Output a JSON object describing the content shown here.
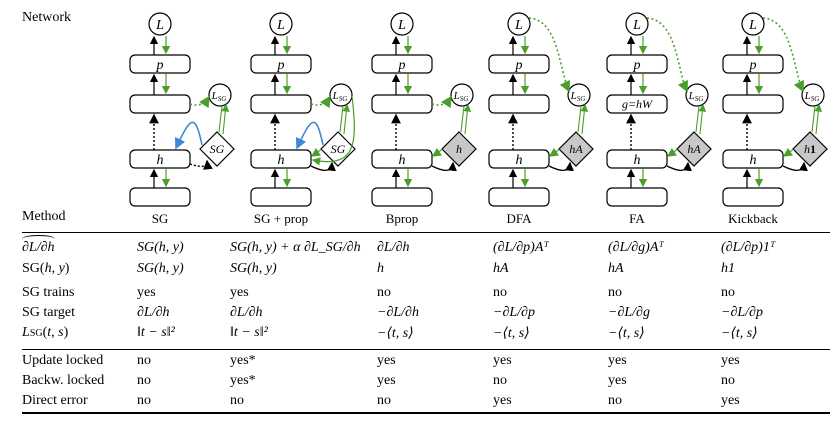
{
  "row_headers": {
    "network": "Network",
    "method": "Method"
  },
  "columns": [
    {
      "method": "SG",
      "sg_label": "SG",
      "sg_shape": "diamond-white",
      "mid_label": "",
      "grad": "SG(h, y)",
      "sg_fn": "SG(h, y)",
      "sg_trains": "yes",
      "sg_target": "∂L/∂h",
      "l_sg": "‖t − s‖²",
      "update_locked": "no",
      "backw_locked": "no",
      "direct_error": "no"
    },
    {
      "method": "SG + prop",
      "sg_label": "SG",
      "sg_shape": "diamond-white",
      "mid_label": "",
      "grad": "SG(h, y) + α ∂L_SG/∂h",
      "sg_fn": "SG(h, y)",
      "sg_trains": "yes",
      "sg_target": "∂L/∂h",
      "l_sg": "‖t − s‖²",
      "update_locked": "yes*",
      "backw_locked": "yes*",
      "direct_error": "no"
    },
    {
      "method": "Bprop",
      "sg_label": "h",
      "sg_shape": "diamond-grey",
      "mid_label": "",
      "grad": "∂L/∂h",
      "sg_fn": "h",
      "sg_trains": "no",
      "sg_target": "−∂L/∂h",
      "l_sg": "−⟨t, s⟩",
      "update_locked": "yes",
      "backw_locked": "yes",
      "direct_error": "no"
    },
    {
      "method": "DFA",
      "sg_label": "hA",
      "sg_shape": "diamond-grey",
      "mid_label": "",
      "grad": "(∂L/∂p)Aᵀ",
      "sg_fn": "hA",
      "sg_trains": "no",
      "sg_target": "−∂L/∂p",
      "l_sg": "−⟨t, s⟩",
      "update_locked": "yes",
      "backw_locked": "no",
      "direct_error": "yes"
    },
    {
      "method": "FA",
      "sg_label": "hA",
      "sg_shape": "diamond-grey",
      "mid_label": "g=hW",
      "grad": "(∂L/∂g)Aᵀ",
      "sg_fn": "hA",
      "sg_trains": "no",
      "sg_target": "−∂L/∂g",
      "l_sg": "−⟨t, s⟩",
      "update_locked": "yes",
      "backw_locked": "yes",
      "direct_error": "no"
    },
    {
      "method": "Kickback",
      "sg_label": "h1",
      "sg_shape": "diamond-grey",
      "mid_label": "",
      "grad": "(∂L/∂p)1ᵀ",
      "sg_fn": "h1",
      "sg_trains": "no",
      "sg_target": "−∂L/∂p",
      "l_sg": "−⟨t, s⟩",
      "update_locked": "yes",
      "backw_locked": "no",
      "direct_error": "yes"
    }
  ],
  "diagram_labels": {
    "loss": "L",
    "loss_sg": "L",
    "loss_sg_sub": "SG",
    "p_node": "p",
    "h_node": "h"
  },
  "table_rows": [
    {
      "key": "grad",
      "label": "∂L/∂h (hat)"
    },
    {
      "key": "sg_fn",
      "label": "SG(h, y)"
    },
    {
      "key": "sg_trains",
      "label": "SG trains"
    },
    {
      "key": "sg_target",
      "label": "SG target"
    },
    {
      "key": "l_sg",
      "label": "L_SG(t, s)"
    },
    {
      "key": "update_locked",
      "label": "Update locked"
    },
    {
      "key": "backw_locked",
      "label": "Backw. locked"
    },
    {
      "key": "direct_error",
      "label": "Direct error"
    }
  ],
  "colors": {
    "green": "#4a9e2c",
    "blue": "#3d87d6",
    "grey_fill": "#c8c8c8",
    "ink": "#000000"
  }
}
